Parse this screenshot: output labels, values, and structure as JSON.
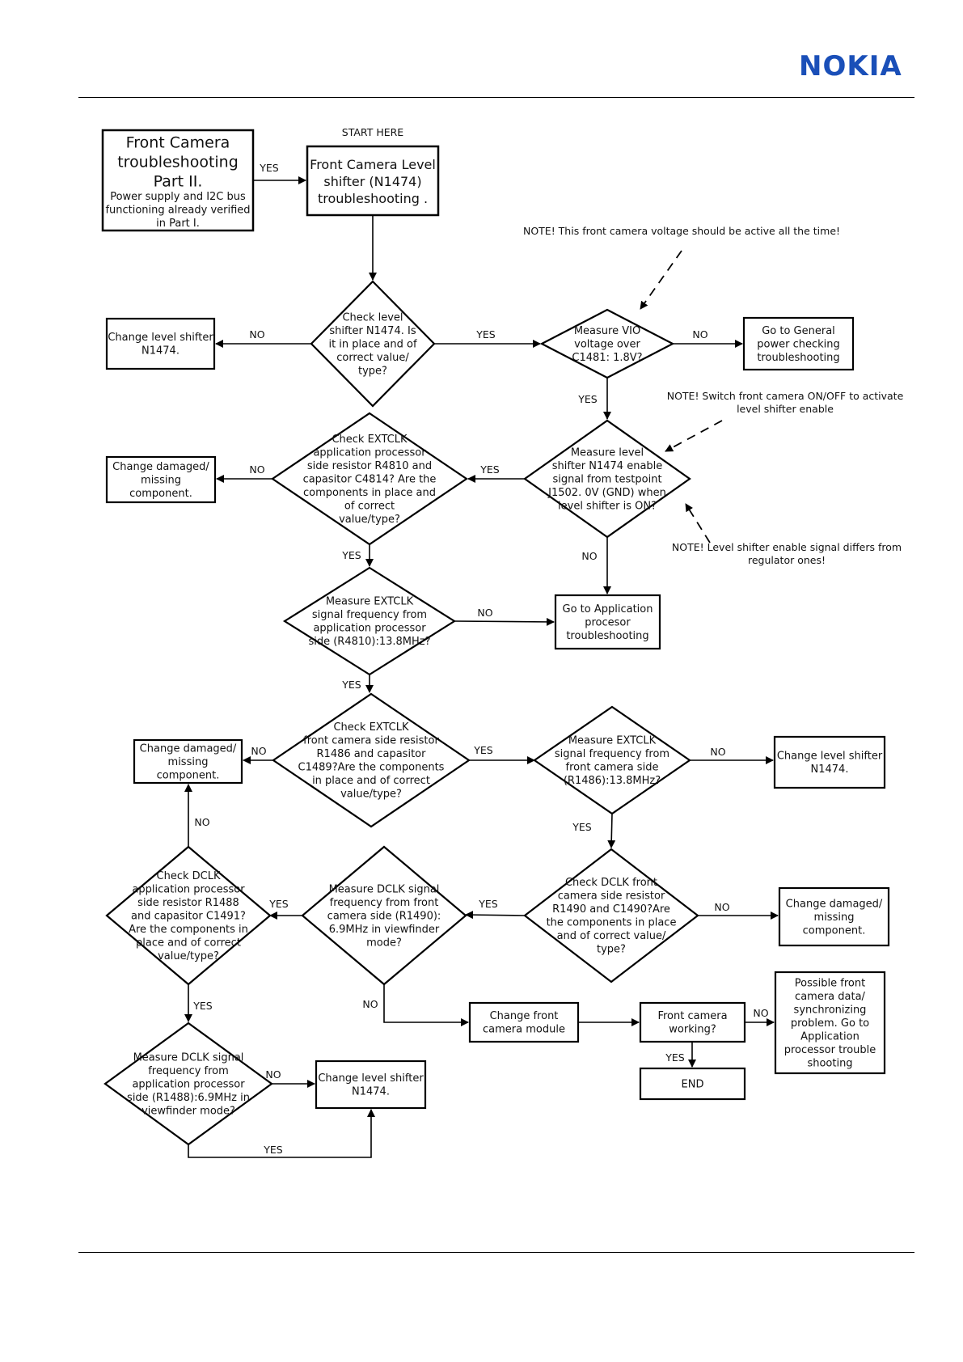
{
  "brand": {
    "logo": "NOKIA",
    "logo_color": "#1a4fb8"
  },
  "start_label": "START HERE",
  "nodes": {
    "part2": [
      "Front Camera",
      "troubleshooting",
      "Part II.",
      "Power supply and I2C bus",
      "functioning already verified",
      "in Part I."
    ],
    "levelshifter": [
      "Front Camera Level",
      "shifter (N1474)",
      "troubleshooting ."
    ],
    "d_check_ls": [
      "Check level",
      "shifter N1474. Is",
      "it in place and of",
      "correct value/",
      "type?"
    ],
    "b_change_ls1": [
      "Change level shifter",
      "N1474."
    ],
    "d_vio": [
      "Measure VIO",
      "voltage over",
      "C1481: 1.8V?"
    ],
    "b_general": [
      "Go to General",
      "power checking",
      "troubleshooting"
    ],
    "d_extclk_ap": [
      "Check EXTCLK",
      "application processor",
      "side resistor R4810 and",
      "capasitor C4814? Are the",
      "components in place and",
      "of correct",
      "value/type?"
    ],
    "b_damaged1": [
      "Change damaged/",
      "missing",
      "component."
    ],
    "d_enable": [
      "Measure level",
      "shifter N1474 enable",
      "signal from testpoint",
      "J1502. 0V (GND) when",
      "level shifter is ON?"
    ],
    "d_extclk_freq_ap": [
      "Measure EXTCLK",
      "signal frequency from",
      "application processor",
      "side (R4810):13.8MHz?"
    ],
    "b_app_proc": [
      "Go to Application",
      "procesor",
      "troubleshooting"
    ],
    "d_extclk_fc": [
      "Check EXTCLK",
      "front camera side resistor",
      "R1486 and capasitor",
      "C1489?Are the components",
      "in place and of correct",
      "value/type?"
    ],
    "b_damaged2": [
      "Change damaged/",
      "missing",
      "component."
    ],
    "d_extclk_freq_fc": [
      "Measure EXTCLK",
      "signal frequency from",
      "front camera side",
      "(R1486):13.8MHz?"
    ],
    "b_change_ls2": [
      "Change level shifter",
      "N1474."
    ],
    "d_dclk_ap": [
      "Check DCLK",
      "application processor",
      "side resistor R1488",
      "and capasitor C1491?",
      "Are the components in",
      "place and of correct",
      "value/type?"
    ],
    "d_dclk_freq_fc": [
      "Measure DCLK signal",
      "frequency from front",
      "camera side (R1490):",
      "6.9MHz in viewfinder",
      "mode?"
    ],
    "d_dclk_fc": [
      "Check DCLK front",
      "camera side resistor",
      "R1490 and C1490?Are",
      "the components in place",
      "and of correct value/",
      "type?"
    ],
    "b_damaged3": [
      "Change damaged/",
      "missing",
      "component."
    ],
    "b_front_module": [
      "Change front",
      "camera module"
    ],
    "b_cam_working": [
      "Front camera",
      "working?"
    ],
    "b_possible": [
      "Possible front",
      "camera data/",
      "synchronizing",
      "problem. Go to",
      "Application",
      "processor trouble",
      "shooting"
    ],
    "b_end": [
      "END"
    ],
    "d_dclk_freq_ap": [
      "Measure DCLK signal",
      "frequency from",
      "application processor",
      "side (R1488):6.9MHz in",
      "viewfinder mode?"
    ],
    "b_change_ls3": [
      "Change level shifter",
      "N1474."
    ]
  },
  "edge_labels": {
    "yes": "YES",
    "no": "NO"
  },
  "notes": {
    "n1": [
      "NOTE! This front camera voltage should be active all the time!"
    ],
    "n2": [
      "NOTE! Switch front camera ON/OFF to activate",
      "level shifter enable"
    ],
    "n3": [
      "NOTE! Level shifter enable signal differs from",
      "regulator ones!"
    ]
  }
}
